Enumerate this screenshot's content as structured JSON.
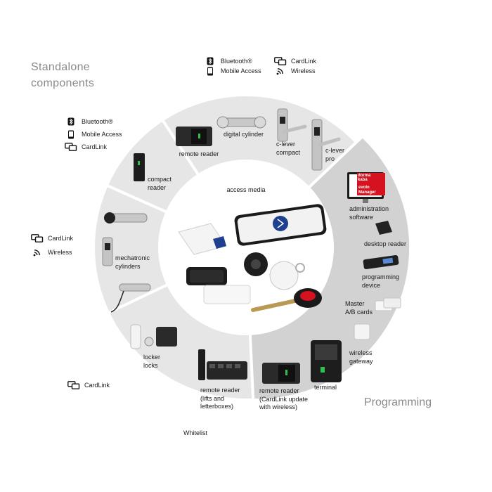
{
  "headings": {
    "standalone": "Standalone\ncomponents",
    "programming": "Programming"
  },
  "legend_top": [
    {
      "icon": "bluetooth-icon",
      "label": "Bluetooth®"
    },
    {
      "icon": "mobile-access-icon",
      "label": "Mobile Access"
    },
    {
      "icon": "cardlink-icon",
      "label": "CardLink"
    },
    {
      "icon": "wireless-icon",
      "label": "Wireless"
    }
  ],
  "legend_left_top": [
    {
      "icon": "bluetooth-icon",
      "label": "Bluetooth®"
    },
    {
      "icon": "mobile-access-icon",
      "label": "Mobile Access"
    },
    {
      "icon": "cardlink-icon",
      "label": "CardLink"
    }
  ],
  "legend_left_mid": [
    {
      "icon": "cardlink-icon",
      "label": "CardLink"
    },
    {
      "icon": "wireless-icon",
      "label": "Wireless"
    }
  ],
  "legend_left_bottom": [
    {
      "icon": "cardlink-icon",
      "label": "CardLink"
    }
  ],
  "center_title": "access media",
  "segments": {
    "top": [
      "remote reader",
      "digital cylinder",
      "c-lever\ncompact",
      "c-lever\npro"
    ],
    "upper_left": [
      "compact\nreader"
    ],
    "left": [
      "mechatronic\ncylinders"
    ],
    "lower_left": [
      "locker\nlocks",
      "remote reader\n(lifts and\nletterboxes)"
    ],
    "programming": [
      "administration\nsoftware",
      "desktop reader",
      "programming\ndevice",
      "Master\nA/B cards",
      "wireless\ngateway",
      "terminal",
      "remote reader\n(CardLink update\nwith wireless)"
    ]
  },
  "screen_text": {
    "brand": "dorma\nkaba",
    "product": "evolo\nManager"
  },
  "whitelist": "Whitelist",
  "colors": {
    "ring_light": "#e6e6e6",
    "ring_dark": "#cfcfcf",
    "divider": "#ffffff",
    "accent_red": "#d5121f",
    "accent_blue": "#1f3f8f"
  }
}
